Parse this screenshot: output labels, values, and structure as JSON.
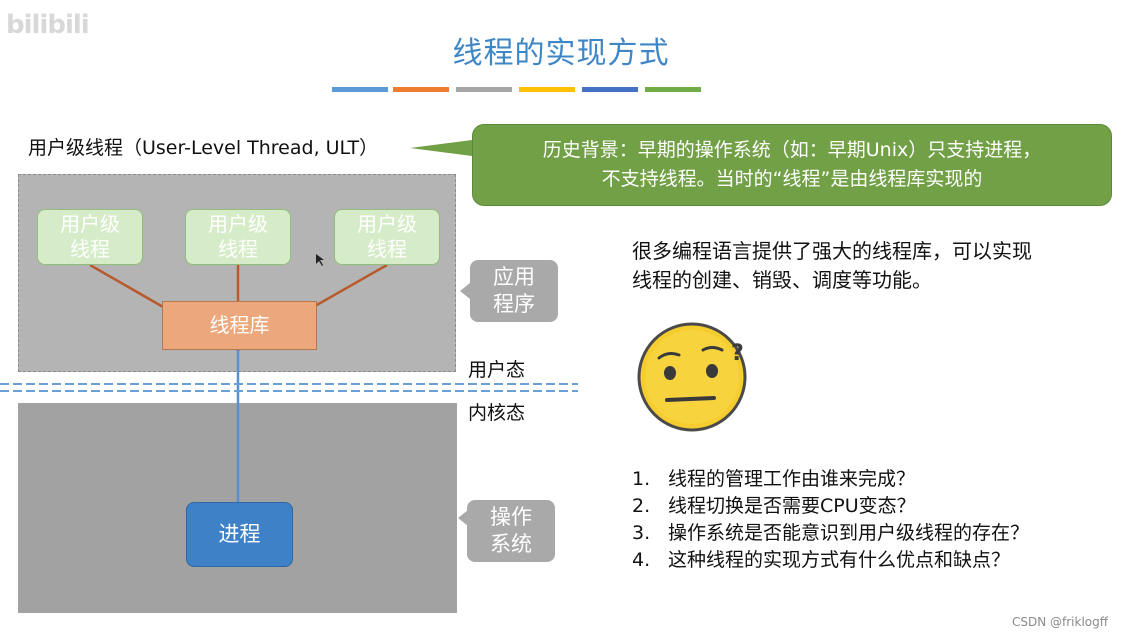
{
  "title": "线程的实现方式",
  "title_bar_colors": [
    "#5b9bd5",
    "#ed7d31",
    "#a5a5a5",
    "#ffc000",
    "#4472c4",
    "#70ad47"
  ],
  "watermark": "bilibili",
  "ult_label": "用户级线程（User-Level Thread, ULT）",
  "bubble": {
    "line1": "历史背景：早期的操作系统（如：早期Unix）只支持进程，",
    "line2": "不支持线程。当时的“线程”是由线程库实现的"
  },
  "threads": [
    {
      "line1": "用户级",
      "line2": "线程"
    },
    {
      "line1": "用户级",
      "line2": "线程"
    },
    {
      "line1": "用户级",
      "line2": "线程"
    }
  ],
  "thread_library": "线程库",
  "process": "进程",
  "app_box": {
    "line1": "应用",
    "line2": "程序"
  },
  "os_box": {
    "line1": "操作",
    "line2": "系统"
  },
  "user_mode": "用户态",
  "kernel_mode": "内核态",
  "description": {
    "line1": "很多编程语言提供了强大的线程库，可以实现",
    "line2": "线程的创建、销毁、调度等功能。"
  },
  "emoji": "thinking-face-icon",
  "questions": [
    {
      "num": "1.",
      "text": "线程的管理工作由谁来完成？"
    },
    {
      "num": "2.",
      "text": "线程切换是否需要CPU变态？"
    },
    {
      "num": "3.",
      "text": "操作系统是否能意识到用户级线程的存在？"
    },
    {
      "num": "4.",
      "text": "这种线程的实现方式有什么优点和缺点？"
    }
  ],
  "credit": "CSDN @friklogff"
}
